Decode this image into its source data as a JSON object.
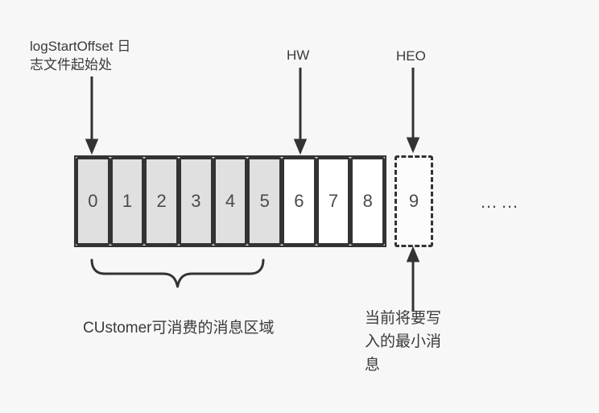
{
  "colors": {
    "background": "#f7f7f7",
    "stroke": "#333333",
    "consumed_cell_fill": "#e0e0e0",
    "unconsumed_cell_fill": "#ffffff",
    "text": "#3a3a3a"
  },
  "annotations": {
    "log_start_offset": {
      "full_text": "logStartOffset 日志文件起始处",
      "lines": [
        "logStartOffset 日",
        "志文件起始处"
      ]
    },
    "hw": "HW",
    "heo": "HEO",
    "consumer_region": "CUstomer可消费的消息区域",
    "next_write": {
      "full_text": "当前将要写入的最小消息",
      "lines": [
        "当前将要写",
        "入的最小消",
        "息"
      ]
    },
    "ellipsis": "……"
  },
  "cells": [
    {
      "value": "0",
      "state": "consumed"
    },
    {
      "value": "1",
      "state": "consumed"
    },
    {
      "value": "2",
      "state": "consumed"
    },
    {
      "value": "3",
      "state": "consumed"
    },
    {
      "value": "4",
      "state": "consumed"
    },
    {
      "value": "5",
      "state": "consumed"
    },
    {
      "value": "6",
      "state": "unconsumed"
    },
    {
      "value": "7",
      "state": "unconsumed"
    },
    {
      "value": "8",
      "state": "unconsumed"
    },
    {
      "value": "9",
      "state": "future"
    }
  ]
}
